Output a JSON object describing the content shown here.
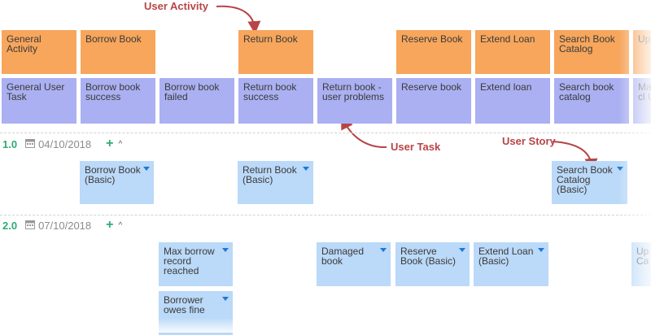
{
  "callouts": {
    "user_activity": "User Activity",
    "user_task": "User Task",
    "user_story": "User Story"
  },
  "activities": [
    "General Activity",
    "Borrow Book",
    "Return Book",
    "Reserve Book",
    "Extend Loan",
    "Search Book Catalog",
    "Up"
  ],
  "tasks": [
    "General User Task",
    "Borrow book success",
    "Borrow book failed",
    "Return book success",
    "Return book - user problems",
    "Reserve book",
    "Extend loan",
    "Search book catalog",
    "Ma cl Up"
  ],
  "releases": [
    {
      "version": "1.0",
      "date": "04/10/2018",
      "add": "+",
      "collapse": "^",
      "stories": [
        "Borrow Book (Basic)",
        "Return Book (Basic)",
        "Search Book Catalog (Basic)"
      ]
    },
    {
      "version": "2.0",
      "date": "07/10/2018",
      "add": "+",
      "collapse": "^",
      "stories": [
        "Max borrow record reached",
        "Damaged book",
        "Reserve Book (Basic)",
        "Extend Loan (Basic)",
        "Up Ca",
        "Borrower owes fine"
      ]
    }
  ],
  "colors": {
    "activity": "#f7a65c",
    "task": "#aab0f1",
    "story": "#bbd9f8",
    "callout": "#b84447",
    "release_version": "#2eab73"
  }
}
